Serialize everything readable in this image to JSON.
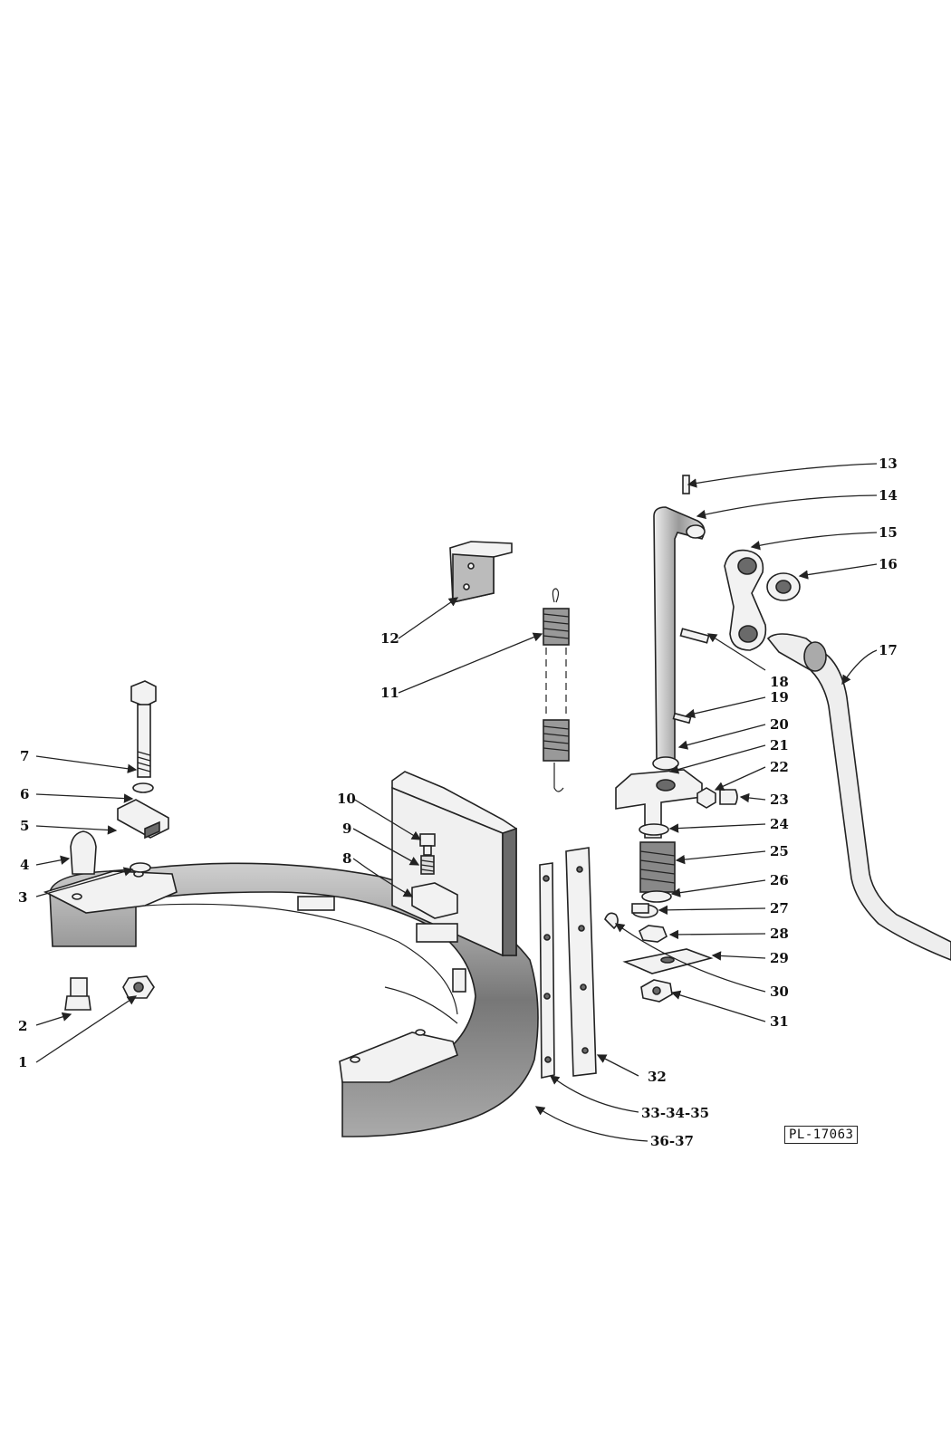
{
  "drawing_code": "PL-17063",
  "callouts": {
    "c1": "1",
    "c2": "2",
    "c3": "3",
    "c4": "4",
    "c5": "5",
    "c6": "6",
    "c7": "7",
    "c8": "8",
    "c9": "9",
    "c10": "10",
    "c11": "11",
    "c12": "12",
    "c13": "13",
    "c14": "14",
    "c15": "15",
    "c16": "16",
    "c17": "17",
    "c18": "18",
    "c19": "19",
    "c20": "20",
    "c21": "21",
    "c22": "22",
    "c23": "23",
    "c24": "24",
    "c25": "25",
    "c26": "26",
    "c27": "27",
    "c28": "28",
    "c29": "29",
    "c30": "30",
    "c31": "31",
    "c32": "32",
    "c33": "33-34-35",
    "c36": "36-37"
  }
}
